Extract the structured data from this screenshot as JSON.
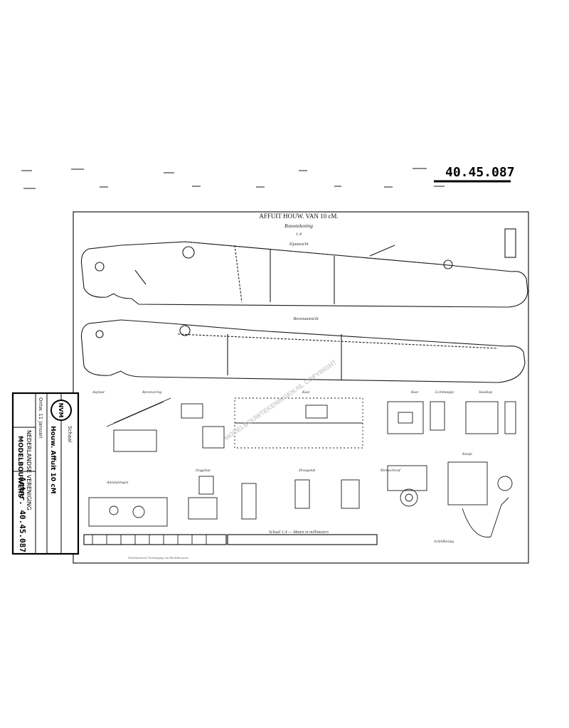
{
  "sheet_number": "40.45.087",
  "drawing": {
    "title": "AFFUIT HOUW. VAN 10 cM.",
    "subtitle": "Bouwtekening",
    "note_scale": "1:4",
    "label_upper": "Zijaanzicht",
    "label_middle": "Bovenaanzicht",
    "detail_labels": [
      "Asplaat",
      "Borstwering",
      "Kast",
      "Kast",
      "Lichtlampje",
      "Staalkop",
      "Kastje",
      "Aansluitingen",
      "Oogplaat",
      "Draagstuk",
      "Klemschroef",
      "Schildbeslag"
    ],
    "bottom_caption": "Schaal 1:4 — Maten in millimeters",
    "footer_text": "Nederlandsche Vereeniging van Modelbouwers",
    "watermark": "MODELBOUWTEKENINGEN.NL COPYRIGHT"
  },
  "stamp": {
    "row1": "Schaal",
    "row2": "Houw. Affuit  10 cM",
    "row3": "Ontw. 11 Januari",
    "org_line1": "NEDERLANDSE VERENIGING",
    "org_line2": "MODELBOUWERS",
    "art_number": "Artnr. 40.45.087",
    "logo_text": "NVM"
  }
}
